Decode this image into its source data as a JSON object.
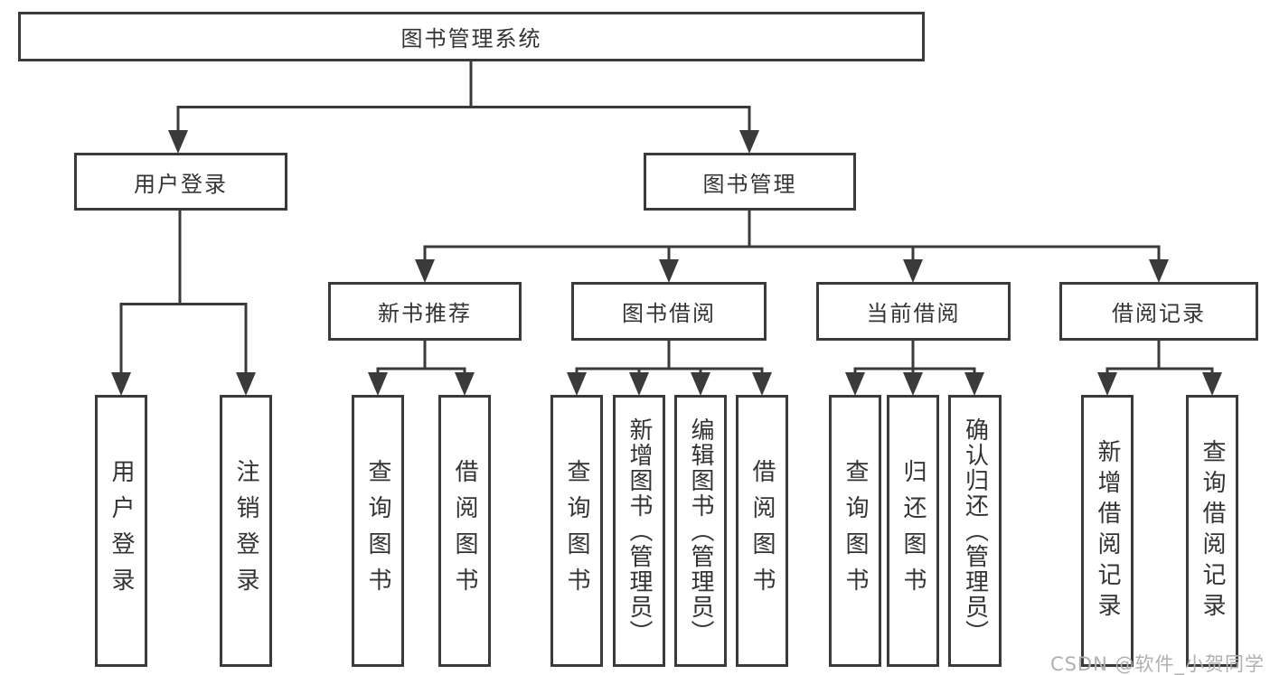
{
  "colors": {
    "line": "#3a3a3a",
    "text": "#333333",
    "background": "#ffffff",
    "watermark": "#b0b0b0"
  },
  "tree": {
    "root": "图书管理系统",
    "user_login": {
      "label": "用户登录",
      "children": [
        "用户登录",
        "注销登录"
      ]
    },
    "book_management": {
      "label": "图书管理",
      "groups": [
        {
          "label": "新书推荐",
          "children": [
            "查询图书",
            "借阅图书"
          ]
        },
        {
          "label": "图书借阅",
          "children": [
            "查询图书",
            "新增图书（管理员）",
            "编辑图书（管理员）",
            "借阅图书"
          ]
        },
        {
          "label": "当前借阅",
          "children": [
            "查询图书",
            "归还图书",
            "确认归还（管理员）"
          ]
        },
        {
          "label": "借阅记录",
          "children": [
            "新增借阅记录",
            "查询借阅记录"
          ]
        }
      ]
    }
  },
  "watermark": {
    "text": "CSDN @软件_小贺同学"
  }
}
